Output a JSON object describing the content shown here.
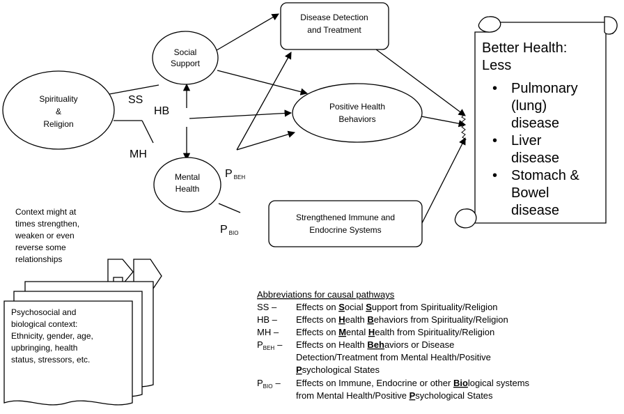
{
  "nodes": {
    "spirituality": [
      "Spirituality",
      "&",
      "Religion"
    ],
    "social_support": [
      "Social",
      "Support"
    ],
    "mental_health": [
      "Mental",
      "Health"
    ],
    "disease_detection": [
      "Disease Detection",
      "and Treatment"
    ],
    "positive_behaviors": [
      "Positive Health",
      "Behaviors"
    ],
    "immune": [
      "Strengthened Immune and",
      "Endocrine Systems"
    ]
  },
  "outcome": {
    "heading": [
      "Better Health:",
      "Less"
    ],
    "items": [
      [
        "Pulmonary",
        "(lung)",
        "disease"
      ],
      [
        "Liver",
        "disease"
      ],
      [
        "Stomach &",
        "Bowel",
        "disease"
      ]
    ]
  },
  "paths": {
    "ss": "SS",
    "hb": "HB",
    "mh": "MH",
    "p_beh": {
      "main": "P",
      "sub": "BEH"
    },
    "p_bio": {
      "main": "P",
      "sub": "BIO"
    }
  },
  "context_note": [
    "Context might at",
    "times strengthen,",
    "weaken or even",
    "reverse some",
    "relationships"
  ],
  "context_doc": [
    "Psychosocial and",
    "biological context:",
    "Ethnicity, gender, age,",
    "upbringing, health",
    "status, stressors, etc."
  ],
  "abbreviations": {
    "title": "Abbreviations for causal pathways",
    "rows": [
      {
        "code": "SS –",
        "pre": "Effects on ",
        "b1": "S",
        "mid": "ocial ",
        "b2": "S",
        "post": "upport from Spirituality/Religion"
      },
      {
        "code": "HB –",
        "pre": "Effects on ",
        "b1": "H",
        "mid": "ealth ",
        "b2": "B",
        "post": "ehaviors from Spirituality/Religion"
      },
      {
        "code": "MH –",
        "pre": "Effects on ",
        "b1": "M",
        "mid": "ental ",
        "b2": "H",
        "post": "ealth from Spirituality/Religion"
      }
    ],
    "pbeh": {
      "code_main": "P",
      "code_sub": "BEH",
      "dash": "–",
      "line1_pre": "Effects on Health ",
      "line1_b": "Beh",
      "line1_post": "aviors or Disease",
      "line2": "Detection/Treatment from Mental Health/Positive",
      "line3_b": "P",
      "line3_post": "sychological States"
    },
    "pbio": {
      "code_main": "P",
      "code_sub": "BIO",
      "dash": "–",
      "line1_pre": "Effects on Immune, Endocrine or other ",
      "line1_b": "Bio",
      "line1_post": "logical systems",
      "line2_pre": "from Mental Health/Positive ",
      "line2_b": "P",
      "line2_post": "sychological States"
    }
  }
}
